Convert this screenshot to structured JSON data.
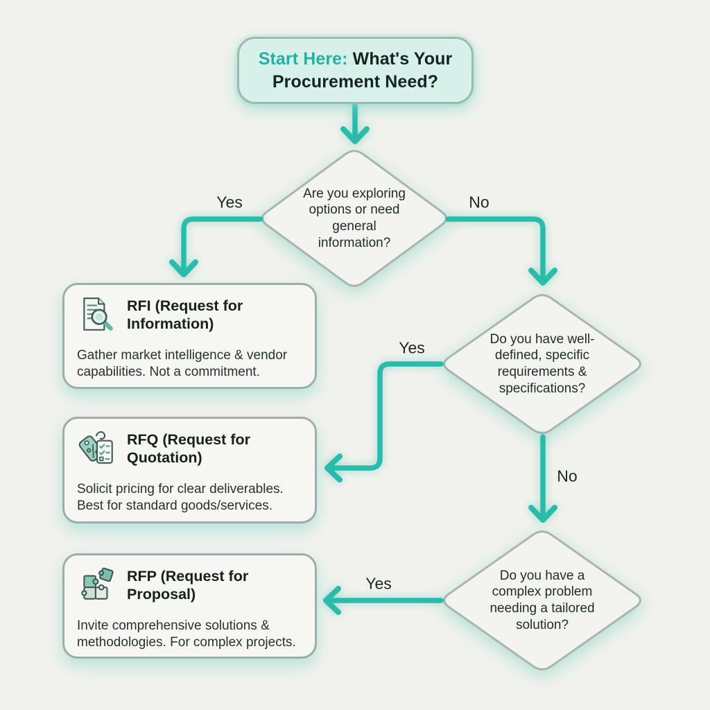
{
  "flowchart": {
    "colors": {
      "accent": "#2abcab",
      "accent_text": "#23b2a2",
      "background": "#f1f2ed",
      "node_border": "#9fadaa",
      "start_fill": "#d7f1ea",
      "ink": "#1b2726"
    },
    "start": {
      "prefix": "Start Here:",
      "question": "What's Your Procurement Need?"
    },
    "decisions": [
      {
        "id": "decision-1",
        "text": "Are you exploring options or need general information?"
      },
      {
        "id": "decision-2",
        "text": "Do you have well-defined, specific requirements & specifications?"
      },
      {
        "id": "decision-3",
        "text": "Do you have a complex problem needing a tailored solution?"
      }
    ],
    "outcomes": [
      {
        "id": "rfi",
        "icon": "document-magnifier-icon",
        "title": "RFI (Request for Information)",
        "description": "Gather market intelligence & vendor capabilities. Not a commitment."
      },
      {
        "id": "rfq",
        "icon": "price-tag-checklist-icon",
        "title": "RFQ (Request for Quotation)",
        "description": "Solicit pricing for clear deliverables. Best for standard goods/services."
      },
      {
        "id": "rfp",
        "icon": "puzzle-pieces-icon",
        "title": "RFP (Request for Proposal)",
        "description": "Invite comprehensive solutions & methodologies. For complex projects."
      }
    ],
    "edges": [
      {
        "from": "start",
        "to": "decision-1",
        "label": ""
      },
      {
        "from": "decision-1",
        "to": "rfi",
        "label": "Yes"
      },
      {
        "from": "decision-1",
        "to": "decision-2",
        "label": "No"
      },
      {
        "from": "decision-2",
        "to": "rfq",
        "label": "Yes"
      },
      {
        "from": "decision-2",
        "to": "decision-3",
        "label": "No"
      },
      {
        "from": "decision-3",
        "to": "rfp",
        "label": "Yes"
      }
    ]
  }
}
